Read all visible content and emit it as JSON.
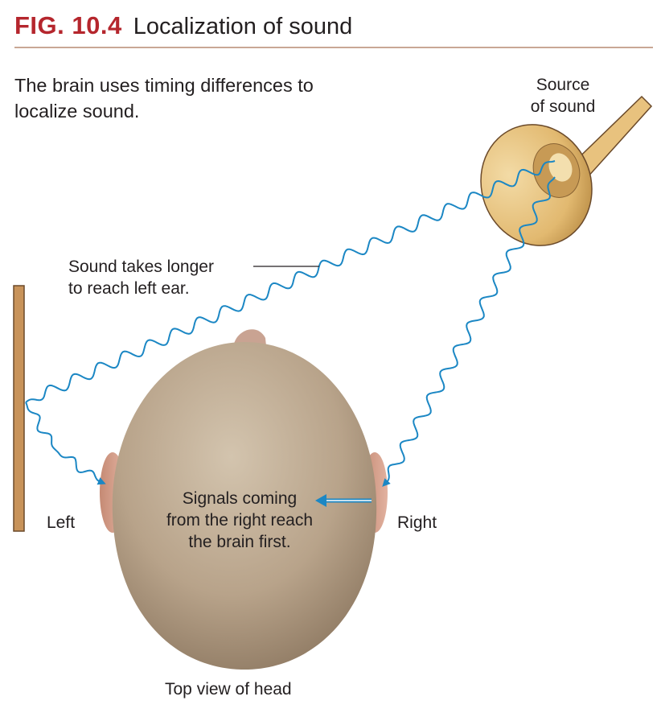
{
  "figure": {
    "label": "FIG. 10.4",
    "caption": "Localization of sound"
  },
  "intro": "The brain uses timing differences to localize sound.",
  "labels": {
    "source_line1": "Source",
    "source_line2": "of sound",
    "sound_longer_line1": "Sound takes longer",
    "sound_longer_line2": "to reach left ear.",
    "signals_line1": "Signals coming",
    "signals_line2": "from the right reach",
    "signals_line3": "the brain first.",
    "left": "Left",
    "right": "Right",
    "top_view": "Top view of head"
  },
  "colors": {
    "accent": "#b5262d",
    "wave": "#1b87c4",
    "wall": "#c8935a",
    "horn": "#e8c27e",
    "head": "#b9a48c",
    "ear": "#d4a08a"
  }
}
